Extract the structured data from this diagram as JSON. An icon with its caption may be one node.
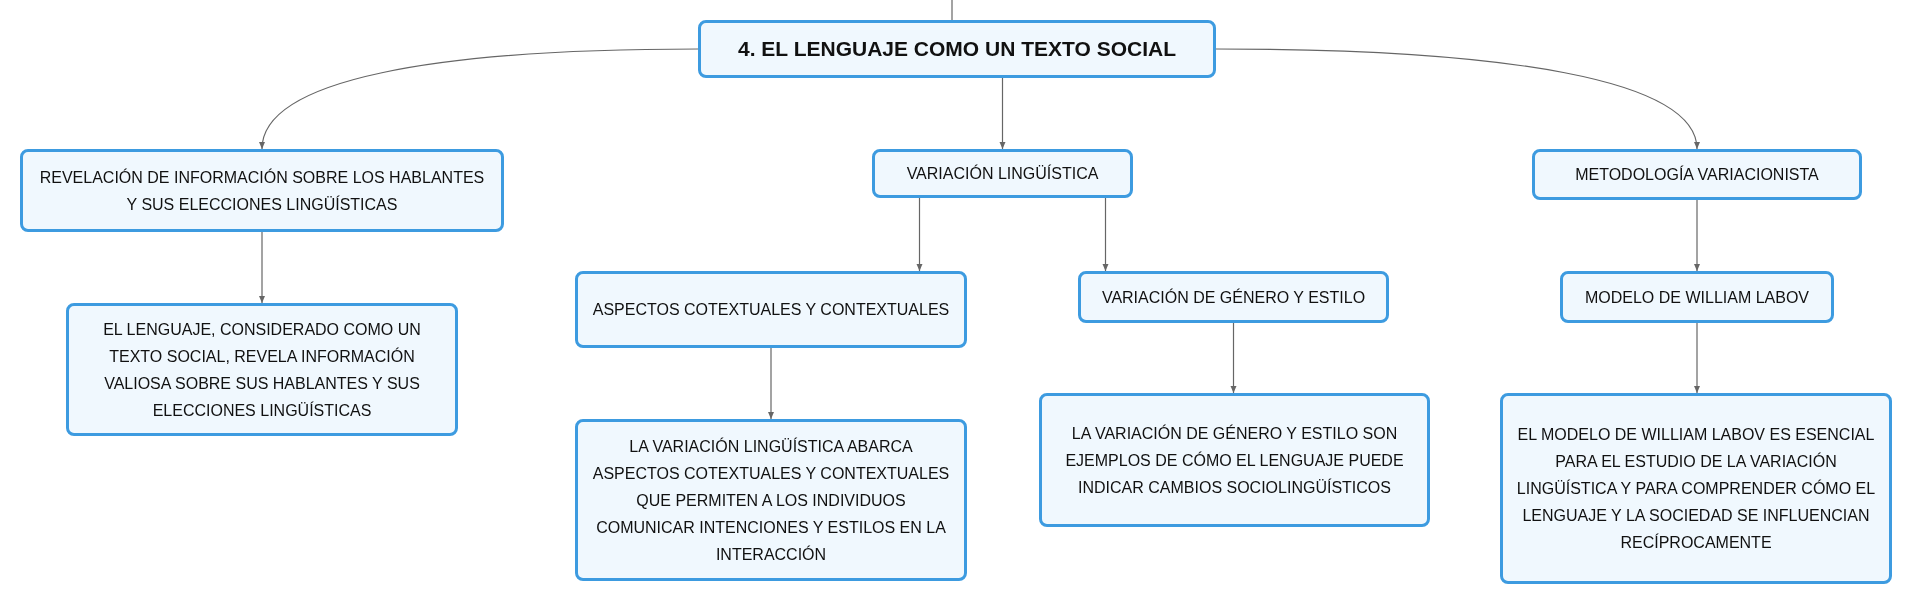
{
  "diagram": {
    "nodes": [
      {
        "text": [
          "4. EL LENGUAJE COMO UN TEXTO SOCIAL"
        ]
      },
      {
        "text": [
          "REVELACIÓN DE INFORMACIÓN SOBRE LOS HABLANTES Y SUS ELECCIONES LINGÜÍSTICAS"
        ]
      },
      {
        "text": [
          "EL LENGUAJE, CONSIDERADO COMO UN TEXTO SOCIAL, REVELA INFORMACIÓN VALIOSA SOBRE SUS HABLANTES Y SUS ELECCIONES LINGÜÍSTICAS"
        ]
      },
      {
        "text": [
          "VARIACIÓN LINGÜÍSTICA"
        ]
      },
      {
        "text": [
          "ASPECTOS COTEXTUALES Y CONTEXTUALES"
        ]
      },
      {
        "text": [
          "LA VARIACIÓN LINGÜÍSTICA ABARCA ASPECTOS COTEXTUALES Y CONTEXTUALES QUE PERMITEN A LOS INDIVIDUOS COMUNICAR INTENCIONES Y ESTILOS EN LA INTERACCIÓN"
        ]
      },
      {
        "text": [
          "VARIACIÓN DE GÉNERO Y ESTILO"
        ]
      },
      {
        "text": [
          "LA VARIACIÓN DE GÉNERO Y ESTILO SON EJEMPLOS DE CÓMO EL LENGUAJE PUEDE INDICAR CAMBIOS SOCIOLINGÜÍSTICOS"
        ]
      },
      {
        "text": [
          "METODOLOGÍA VARIACIONISTA"
        ]
      },
      {
        "text": [
          "MODELO DE WILLIAM LABOV"
        ]
      },
      {
        "text": [
          "EL MODELO DE WILLIAM LABOV ES ESENCIAL PARA EL ESTUDIO DE LA VARIACIÓN LINGÜÍSTICA Y PARA COMPRENDER CÓMO EL LENGUAJE Y LA SOCIEDAD SE INFLUENCIAN RECÍPROCAMENTE"
        ]
      }
    ],
    "edges": [
      {
        "from": null,
        "to": 0,
        "arrow": "none"
      },
      {
        "from": 0,
        "to": 1,
        "arrow": "to"
      },
      {
        "from": 0,
        "to": 3,
        "arrow": "to"
      },
      {
        "from": 0,
        "to": 8,
        "arrow": "to"
      },
      {
        "from": 1,
        "to": 2,
        "arrow": "to"
      },
      {
        "from": 3,
        "to": 4,
        "arrow": "to"
      },
      {
        "from": 3,
        "to": 6,
        "arrow": "to"
      },
      {
        "from": 4,
        "to": 5,
        "arrow": "to"
      },
      {
        "from": 6,
        "to": 7,
        "arrow": "to"
      },
      {
        "from": 8,
        "to": 9,
        "arrow": "to"
      },
      {
        "from": 9,
        "to": 10,
        "arrow": "to"
      }
    ]
  }
}
